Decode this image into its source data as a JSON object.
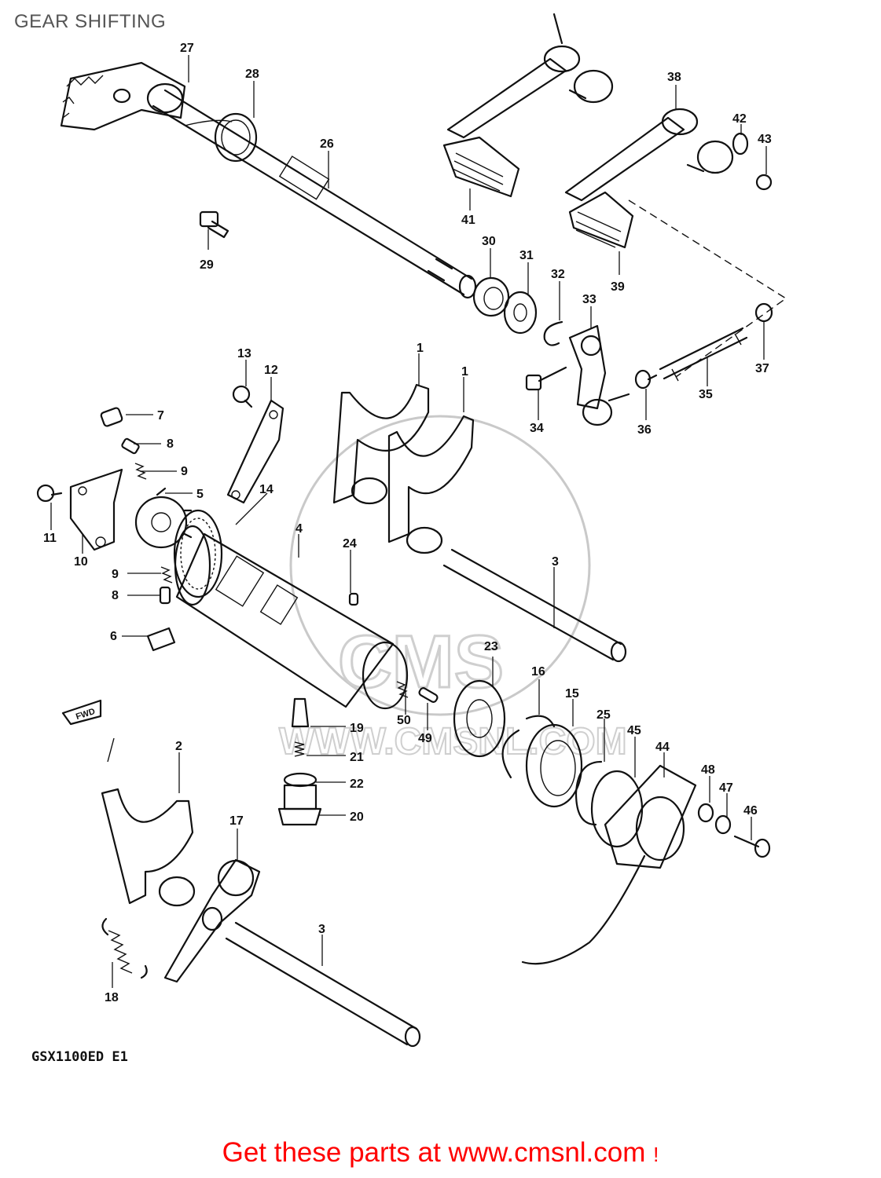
{
  "page": {
    "title": "GEAR SHIFTING",
    "model_code": "GSX1100ED E1",
    "cta_text": "Get these parts at www.cmsnl.com",
    "cta_tail": "!",
    "fwd_label": "FWD"
  },
  "watermark": {
    "text": "CMS",
    "url": "WWW.CMSNL.COM",
    "color": "#c9c9c9"
  },
  "colors": {
    "cta": "#ff0000",
    "title": "#555555",
    "lines": "#111111"
  },
  "callouts": {
    "c1a": "1",
    "c1b": "1",
    "c2": "2",
    "c3a": "3",
    "c3b": "3",
    "c4": "4",
    "c5": "5",
    "c6": "6",
    "c7": "7",
    "c8a": "8",
    "c8b": "8",
    "c9a": "9",
    "c9b": "9",
    "c10": "10",
    "c11": "11",
    "c12": "12",
    "c13": "13",
    "c14": "14",
    "c15": "15",
    "c16": "16",
    "c17": "17",
    "c18": "18",
    "c19": "19",
    "c20": "20",
    "c21": "21",
    "c22": "22",
    "c23": "23",
    "c24": "24",
    "c25": "25",
    "c26": "26",
    "c27": "27",
    "c28": "28",
    "c29": "29",
    "c30": "30",
    "c31": "31",
    "c32": "32",
    "c33": "33",
    "c34": "34",
    "c35": "35",
    "c36": "36",
    "c37": "37",
    "c38": "38",
    "c39": "39",
    "c41": "41",
    "c42": "42",
    "c43": "43",
    "c44": "44",
    "c45": "45",
    "c46": "46",
    "c47": "47",
    "c48": "48",
    "c49": "49",
    "c50": "50"
  }
}
